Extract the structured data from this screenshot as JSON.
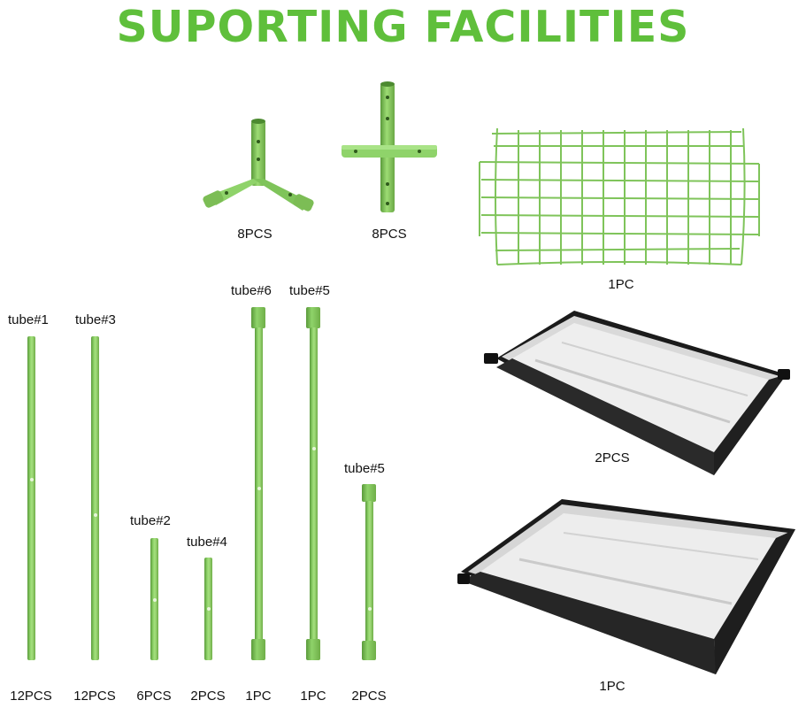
{
  "title": "SUPORTING FACILITIES",
  "connectors": [
    {
      "qty": "8PCS"
    },
    {
      "qty": "8PCS"
    }
  ],
  "net": {
    "qty": "1PC"
  },
  "trays": [
    {
      "qty": "2PCS"
    },
    {
      "qty": "1PC"
    }
  ],
  "tubes": [
    {
      "label": "tube#1",
      "qty": "12PCS"
    },
    {
      "label": "tube#3",
      "qty": "12PCS"
    },
    {
      "label": "tube#2",
      "qty": "6PCS"
    },
    {
      "label": "tube#4",
      "qty": "2PCS"
    },
    {
      "label": "tube#6",
      "qty": "1PC"
    },
    {
      "label": "tube#5",
      "qty": "1PC"
    },
    {
      "label": "tube#5",
      "qty": "2PCS"
    }
  ],
  "colors": {
    "accent": "#5fbf3b",
    "tube": "#8fd36a",
    "tray_outer": "#1b1b1b",
    "tray_inner": "#e6e6e6"
  }
}
